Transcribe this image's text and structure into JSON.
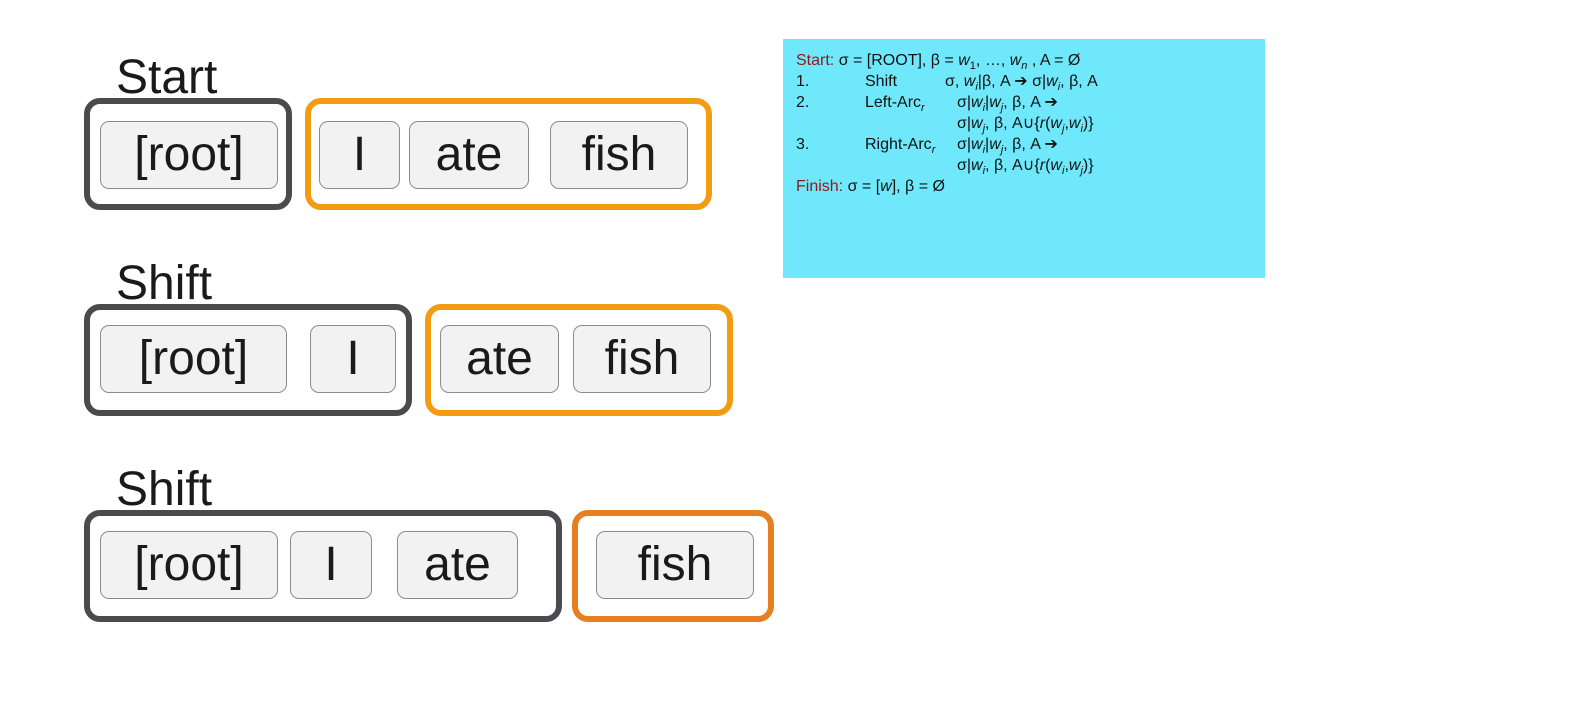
{
  "steps": [
    {
      "label": "Start",
      "stack": [
        "[root]"
      ],
      "buffer": [
        "I",
        "ate",
        "fish"
      ]
    },
    {
      "label": "Shift",
      "stack": [
        "[root]",
        "I"
      ],
      "buffer": [
        "ate",
        "fish"
      ]
    },
    {
      "label": "Shift",
      "stack": [
        "[root]",
        "I",
        "ate"
      ],
      "buffer": [
        "fish"
      ]
    }
  ],
  "rules_box": {
    "start_label": "Start:",
    "finish_label": "Finish:",
    "rule1_num": "1.",
    "rule1_name": "Shift",
    "rule2_num": "2.",
    "rule2_name": "Left-Arc",
    "rule3_num": "3.",
    "rule3_name": "Right-Arc",
    "subscript_r": "r",
    "background_color": "#6fe8fb",
    "label_color": "#8b1a1a"
  },
  "colors": {
    "stack_border": "#4a4a4f",
    "buffer_border": "#f39c12"
  }
}
